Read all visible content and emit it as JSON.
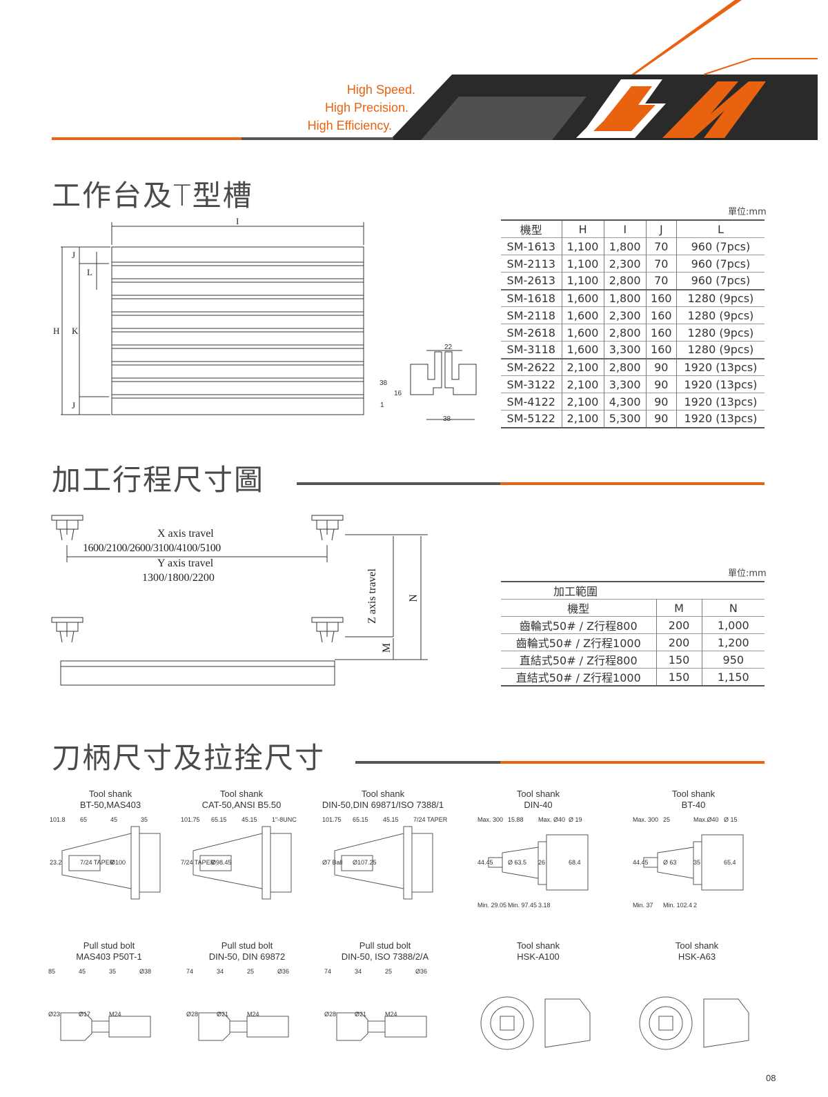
{
  "header": {
    "slogan": [
      "High Speed.",
      "High Precision.",
      "High Efficiency."
    ],
    "brand_logo": "SM",
    "colors": {
      "accent": "#e8620f",
      "dark": "#1e1e1e",
      "gray": "#5a5a5a"
    }
  },
  "section1": {
    "title": "工作台及T型槽",
    "unit": "單位:mm",
    "diagram_labels": {
      "I": "I",
      "H": "H",
      "K": "K",
      "J_top": "J",
      "J_bottom": "J",
      "L": "L",
      "slot_top": "22",
      "slot_height": "38",
      "slot_depth": "16",
      "slot_base": "38",
      "slot_gap": "1"
    },
    "table": {
      "headers": [
        "機型",
        "H",
        "I",
        "J",
        "L"
      ],
      "rows": [
        [
          "SM-1613",
          "1,100",
          "1,800",
          "70",
          "960 (7pcs)"
        ],
        [
          "SM-2113",
          "1,100",
          "2,300",
          "70",
          "960 (7pcs)"
        ],
        [
          "SM-2613",
          "1,100",
          "2,800",
          "70",
          "960 (7pcs)"
        ],
        [
          "SM-1618",
          "1,600",
          "1,800",
          "160",
          "1280 (9pcs)"
        ],
        [
          "SM-2118",
          "1,600",
          "2,300",
          "160",
          "1280 (9pcs)"
        ],
        [
          "SM-2618",
          "1,600",
          "2,800",
          "160",
          "1280 (9pcs)"
        ],
        [
          "SM-3118",
          "1,600",
          "3,300",
          "160",
          "1280 (9pcs)"
        ],
        [
          "SM-2622",
          "2,100",
          "2,800",
          "90",
          "1920 (13pcs)"
        ],
        [
          "SM-3122",
          "2,100",
          "3,300",
          "90",
          "1920 (13pcs)"
        ],
        [
          "SM-4122",
          "2,100",
          "4,300",
          "90",
          "1920 (13pcs)"
        ],
        [
          "SM-5122",
          "2,100",
          "5,300",
          "90",
          "1920 (13pcs)"
        ]
      ]
    }
  },
  "section2": {
    "title": "加工行程尺寸圖",
    "unit": "單位:mm",
    "diagram_labels": {
      "x_axis": "X axis travel",
      "x_values": "1600/2100/2600/3100/4100/5100",
      "y_axis": "Y axis travel",
      "y_values": "1300/1800/2200",
      "z_axis": "Z axis travel",
      "N": "N",
      "M": "M"
    },
    "table": {
      "caption": "加工範圍",
      "headers": [
        "機型",
        "M",
        "N"
      ],
      "rows": [
        [
          "齒輪式50# / Z行程800",
          "200",
          "1,000"
        ],
        [
          "齒輪式50# / Z行程1000",
          "200",
          "1,200"
        ],
        [
          "直結式50# / Z行程800",
          "150",
          "950"
        ],
        [
          "直結式50# / Z行程1000",
          "150",
          "1,150"
        ]
      ]
    }
  },
  "section3": {
    "title": "刀柄尺寸及拉拴尺寸",
    "items": [
      {
        "title": "Tool shank",
        "spec": "BT-50,MAS403",
        "dims": [
          "101.8",
          "65",
          "45",
          "35",
          "23.2",
          "7/24 TAPER",
          "Ø100"
        ]
      },
      {
        "title": "Tool shank",
        "spec": "CAT-50,ANSI B5.50",
        "dims": [
          "101.75",
          "65.15",
          "45.15",
          "1\"-8UNC",
          "7/24 TAPER",
          "Ø98.45"
        ]
      },
      {
        "title": "Tool shank",
        "spec": "DIN-50,DIN 69871/ISO 7388/1",
        "dims": [
          "101.75",
          "65.15",
          "45.15",
          "7/24 TAPER",
          "Ø7 Ball",
          "Ø107.25"
        ]
      },
      {
        "title": "Tool shank",
        "spec": "DIN-40",
        "dims": [
          "Max. 300",
          "15.88",
          "Max. Ø40",
          "Ø 19",
          "44.45",
          "Ø 63.5",
          "26",
          "68.4",
          "Min. 29.05",
          "Min. 97.45",
          "3.18"
        ]
      },
      {
        "title": "Tool shank",
        "spec": "BT-40",
        "dims": [
          "Max. 300",
          "25",
          "Max.Ø40",
          "Ø 15",
          "44.45",
          "Ø 63",
          "35",
          "65.4",
          "Min. 37",
          "Min. 102.4",
          "2"
        ]
      },
      {
        "title": "Pull stud bolt",
        "spec": "MAS403 P50T-1",
        "dims": [
          "85",
          "45",
          "35",
          "Ø38",
          "Ø23",
          "Ø17",
          "M24"
        ]
      },
      {
        "title": "Pull stud bolt",
        "spec": "DIN-50, DIN 69872",
        "dims": [
          "74",
          "34",
          "25",
          "Ø36",
          "Ø28",
          "Ø21",
          "M24"
        ]
      },
      {
        "title": "Pull stud bolt",
        "spec": "DIN-50, ISO 7388/2/A",
        "dims": [
          "74",
          "34",
          "25",
          "Ø36",
          "Ø28",
          "Ø21",
          "M24"
        ]
      },
      {
        "title": "Tool shank",
        "spec": "HSK-A100"
      },
      {
        "title": "Tool shank",
        "spec": "HSK-A63"
      }
    ]
  },
  "page_number": "08"
}
